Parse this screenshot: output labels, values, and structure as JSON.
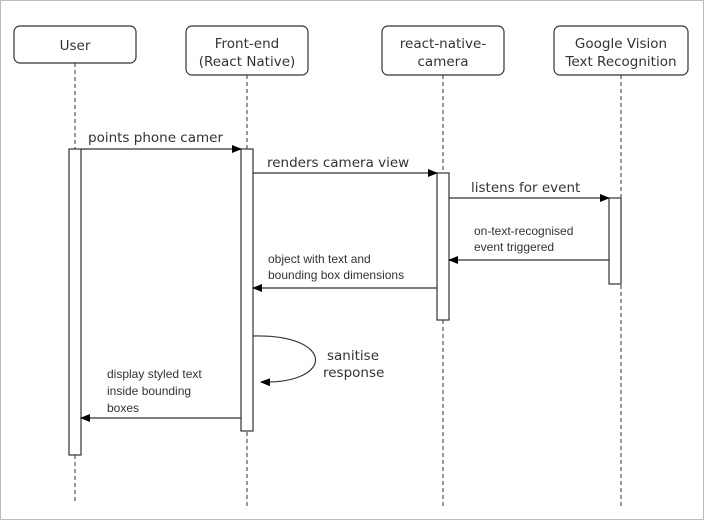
{
  "diagram": {
    "type": "sequence",
    "participants": [
      {
        "id": "user",
        "lines": [
          "User"
        ]
      },
      {
        "id": "frontend",
        "lines": [
          "Front-end",
          "(React Native)"
        ]
      },
      {
        "id": "camera",
        "lines": [
          "react-native-",
          "camera"
        ]
      },
      {
        "id": "vision",
        "lines": [
          "Google Vision",
          "Text Recognition"
        ]
      }
    ],
    "messages": [
      {
        "from": "user",
        "to": "frontend",
        "lines": [
          "points phone camer"
        ]
      },
      {
        "from": "frontend",
        "to": "camera",
        "lines": [
          "renders camera view"
        ]
      },
      {
        "from": "camera",
        "to": "vision",
        "lines": [
          "listens for event"
        ]
      },
      {
        "from": "vision",
        "to": "camera",
        "lines": [
          "on-text-recognised",
          "event triggered"
        ]
      },
      {
        "from": "camera",
        "to": "frontend",
        "lines": [
          "object with text and",
          "bounding box dimensions"
        ]
      },
      {
        "from": "frontend",
        "to": "frontend",
        "lines": [
          "sanitise",
          "response"
        ]
      },
      {
        "from": "frontend",
        "to": "user",
        "lines": [
          "display styled text",
          "inside bounding",
          "boxes"
        ]
      }
    ],
    "colors": {
      "stroke": "#333333",
      "text": "#333333",
      "border": "#bdbdbd"
    }
  }
}
